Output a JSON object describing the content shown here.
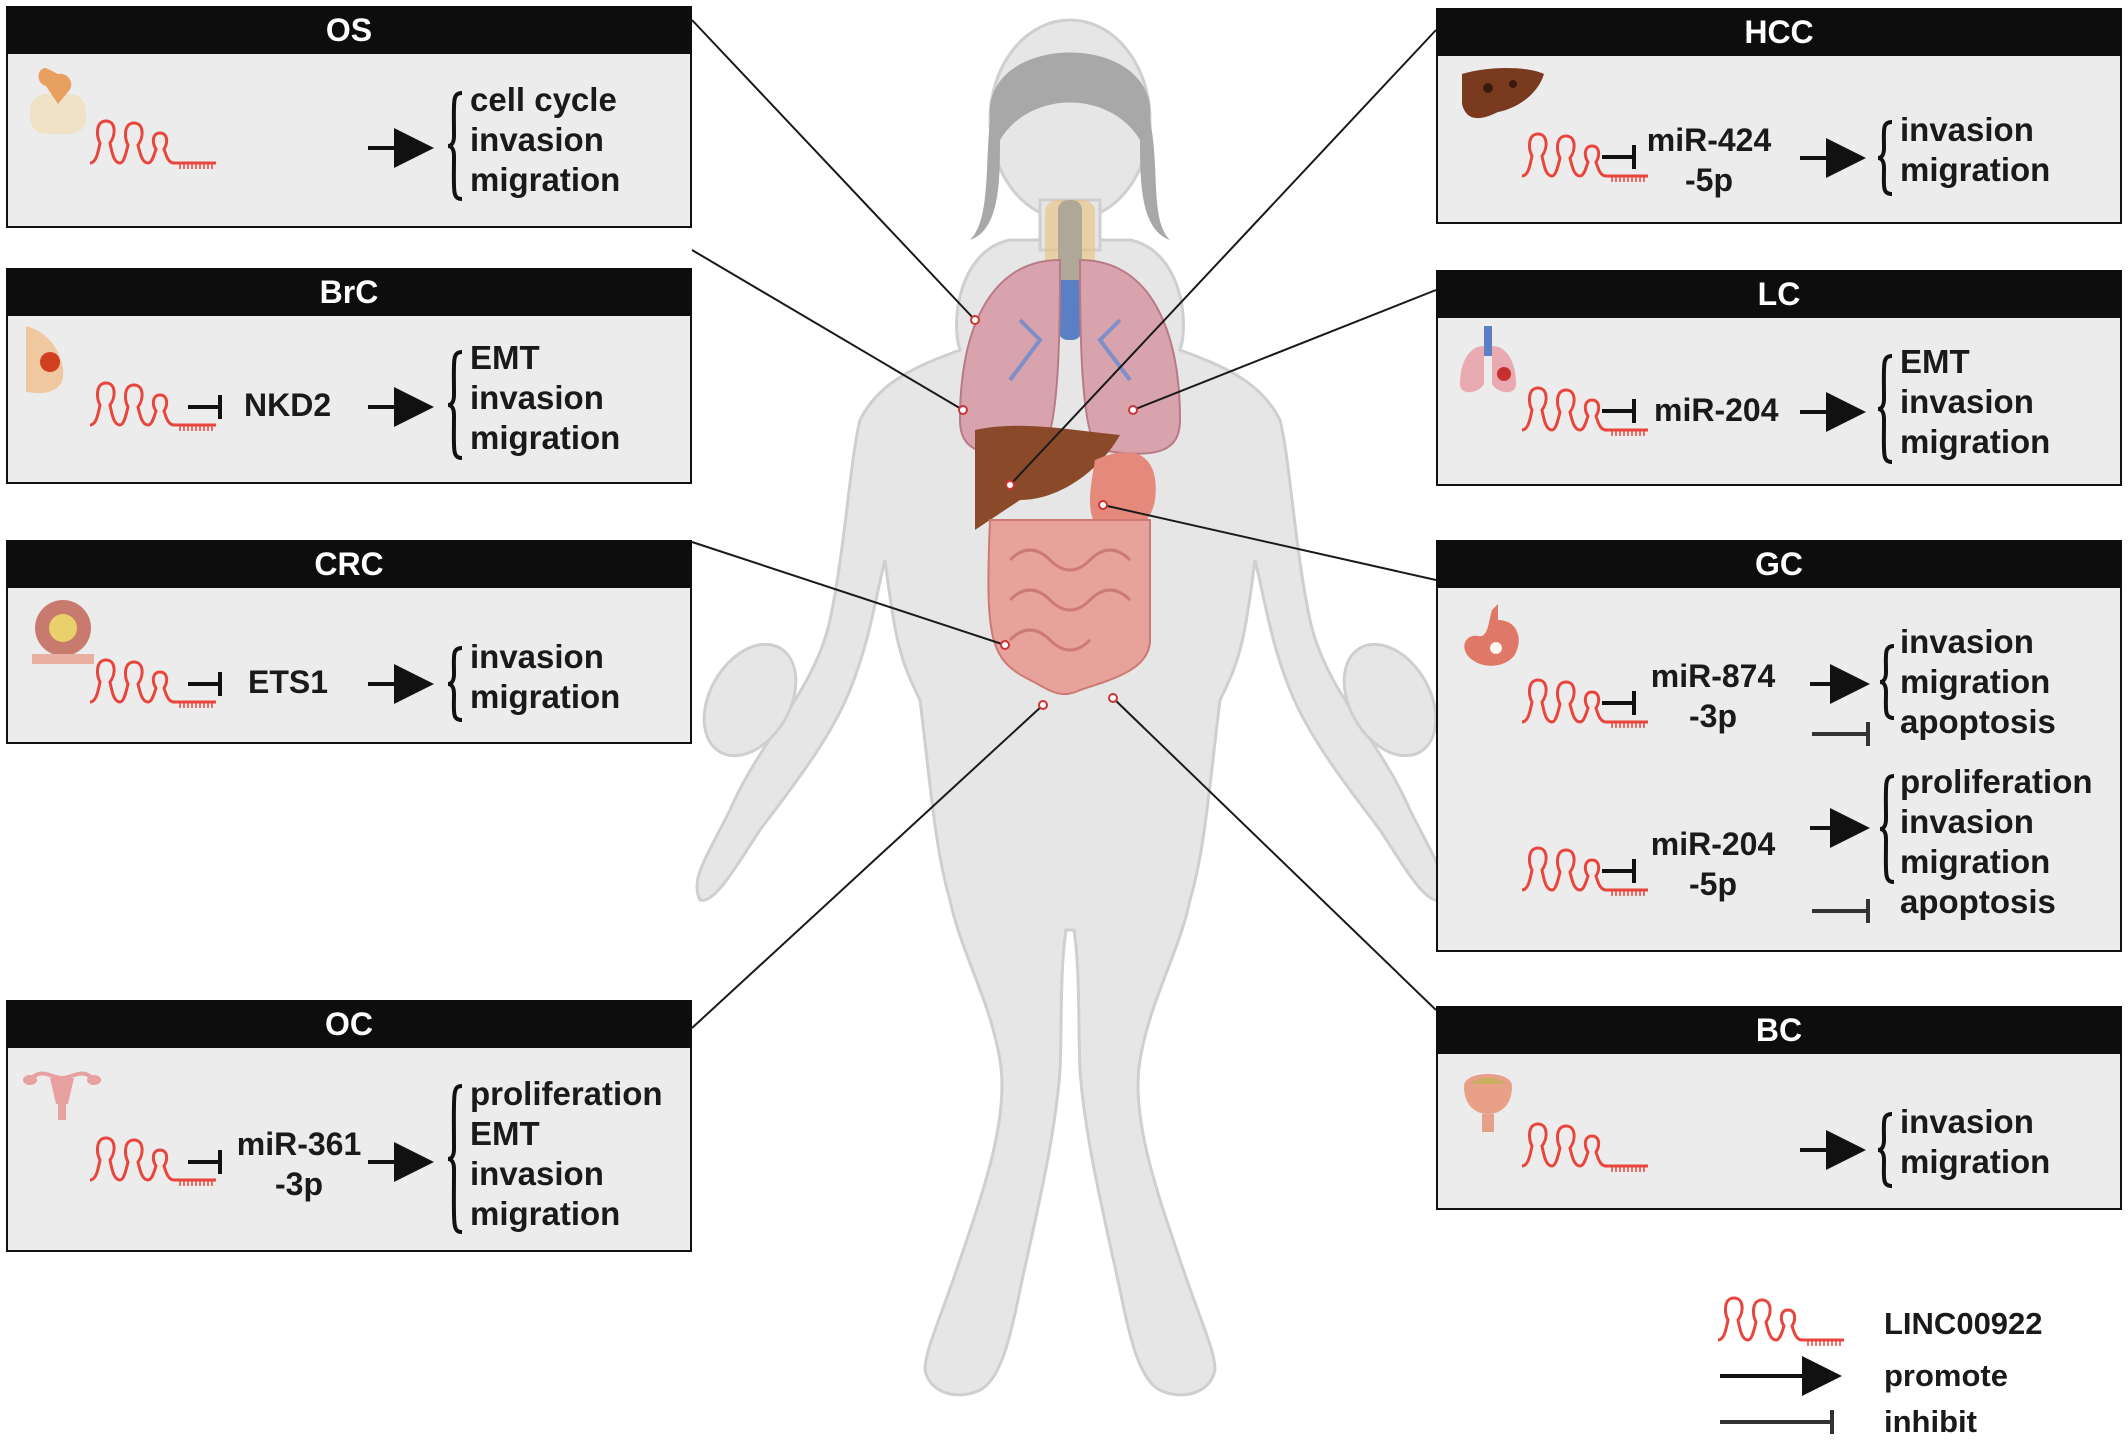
{
  "colors": {
    "header_bg": "#0d0d0d",
    "panel_bg": "#ececec",
    "rna": "#e8453c",
    "text": "#1a1a1a"
  },
  "panels": {
    "os": {
      "title": "OS",
      "effects": [
        "cell cycle",
        "invasion",
        "migration"
      ]
    },
    "brc": {
      "title": "BrC",
      "target": "NKD2",
      "effects": [
        "EMT",
        "invasion",
        "migration"
      ]
    },
    "crc": {
      "title": "CRC",
      "target": "ETS1",
      "effects": [
        "invasion",
        "migration"
      ]
    },
    "oc": {
      "title": "OC",
      "target_lines": [
        "miR-361",
        "-3p"
      ],
      "effects": [
        "proliferation",
        "EMT",
        "invasion",
        "migration"
      ]
    },
    "hcc": {
      "title": "HCC",
      "target_lines": [
        "miR-424",
        "-5p"
      ],
      "effects": [
        "invasion",
        "migration"
      ]
    },
    "lc": {
      "title": "LC",
      "target": "miR-204",
      "effects": [
        "EMT",
        "invasion",
        "migration"
      ]
    },
    "gc": {
      "title": "GC",
      "axis1": {
        "target_lines": [
          "miR-874",
          "-3p"
        ],
        "promoted": [
          "invasion",
          "migration"
        ],
        "inhibited": "apoptosis"
      },
      "axis2": {
        "target_lines": [
          "miR-204",
          "-5p"
        ],
        "promoted": [
          "proliferation",
          "invasion",
          "migration"
        ],
        "inhibited": "apoptosis"
      }
    },
    "bc": {
      "title": "BC",
      "effects": [
        "invasion",
        "migration"
      ]
    }
  },
  "legend": {
    "rna": "LINC00922",
    "promote": "promote",
    "inhibit": "inhibit"
  }
}
